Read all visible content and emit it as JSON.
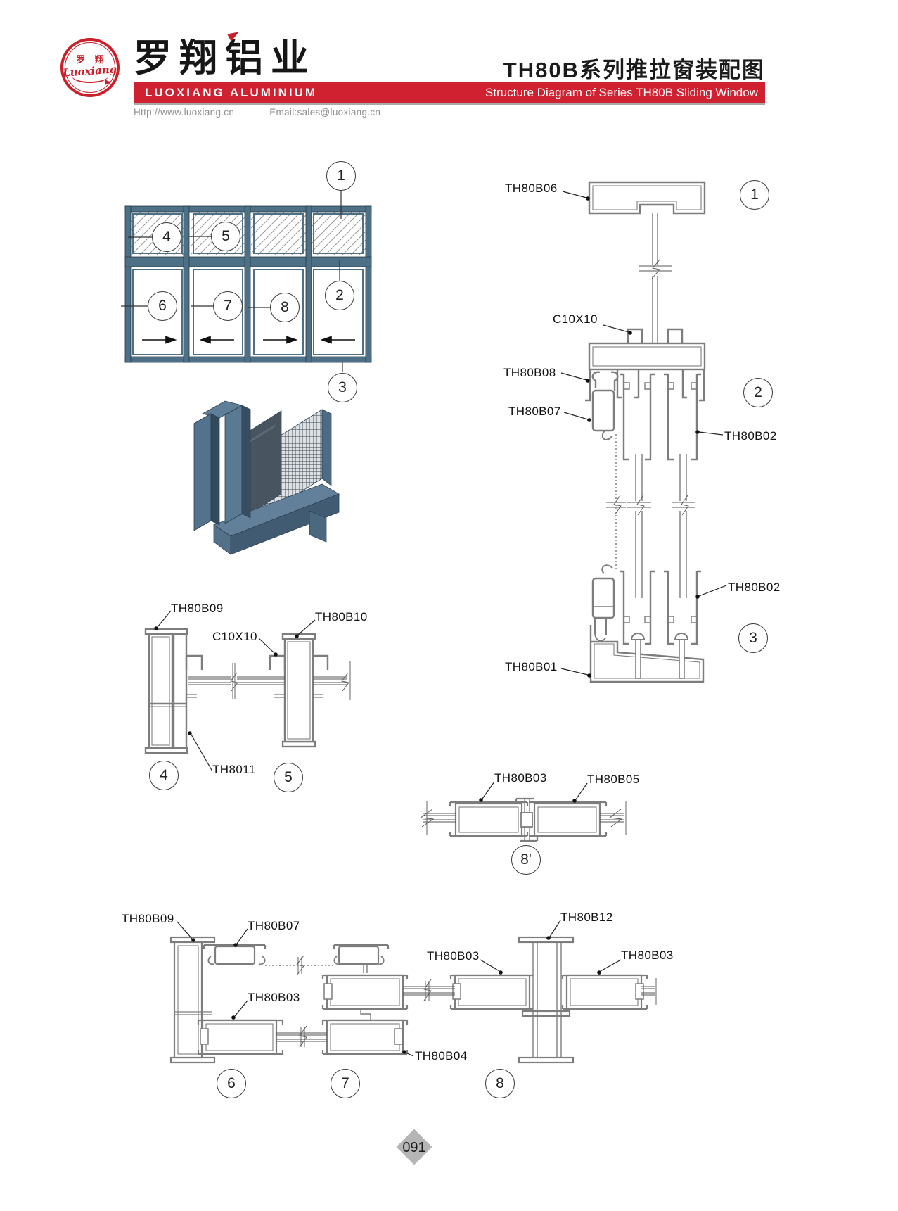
{
  "header": {
    "logo_cn": "罗 翔",
    "logo_script": "Luoxiang",
    "company_cn": "罗翔铝业",
    "banner_en": "LUOXIANG ALUMINIUM",
    "website": "Http://www.luoxiang.cn",
    "email": "Email:sales@luoxiang.cn",
    "title_cn": "TH80B系列推拉窗装配图",
    "title_en": "Structure Diagram of Series TH80B Sliding Window"
  },
  "callouts": {
    "c1": "1",
    "c2": "2",
    "c3": "3",
    "c4": "4",
    "c5": "5",
    "c6": "6",
    "c7": "7",
    "c8": "8",
    "c8p": "8'"
  },
  "labels": {
    "th80b01": "TH80B01",
    "th80b02": "TH80B02",
    "th80b03": "TH80B03",
    "th80b04": "TH80B04",
    "th80b05": "TH80B05",
    "th80b06": "TH80B06",
    "th80b07": "TH80B07",
    "th80b08": "TH80B08",
    "th80b09": "TH80B09",
    "th80b10": "TH80B10",
    "th80b12": "TH80B12",
    "th8011": "TH8011",
    "c10x10": "C10X10"
  },
  "footer": {
    "page_number": "091"
  },
  "colors": {
    "accent": "#cf2130",
    "frame_blue": "#4e7087",
    "line_gray": "#7d7d7d"
  }
}
